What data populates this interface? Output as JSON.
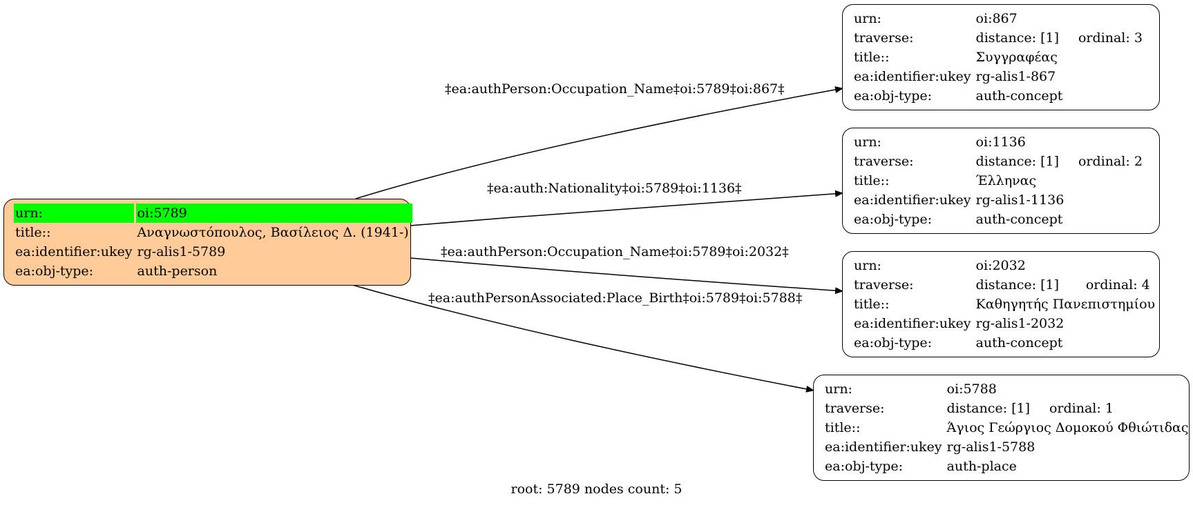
{
  "root_node": {
    "rows": [
      {
        "key": "urn:",
        "value": "oi:5789"
      },
      {
        "key": "title::",
        "value": "Αναγνωστόπουλος, Βασίλειος Δ. (1941-)"
      },
      {
        "key": "ea:identifier:ukey",
        "value": "rg-alis1-5789"
      },
      {
        "key": "ea:obj-type:",
        "value": "auth-person"
      }
    ],
    "fill_color": "#ffcc99",
    "highlight_color": "#00ff00"
  },
  "nodes": [
    {
      "urn_key": "urn:",
      "urn": "oi:867",
      "traverse_key": "traverse:",
      "distance": "distance: [1]",
      "ordinal": "ordinal: 3",
      "title_key": "title::",
      "title": "Συγγραφέας",
      "ukey_key": "ea:identifier:ukey",
      "ukey": "rg-alis1-867",
      "type_key": "ea:obj-type:",
      "type": "auth-concept"
    },
    {
      "urn_key": "urn:",
      "urn": "oi:1136",
      "traverse_key": "traverse:",
      "distance": "distance: [1]",
      "ordinal": "ordinal: 2",
      "title_key": "title::",
      "title": "Έλληνας",
      "ukey_key": "ea:identifier:ukey",
      "ukey": "rg-alis1-1136",
      "type_key": "ea:obj-type:",
      "type": "auth-concept"
    },
    {
      "urn_key": "urn:",
      "urn": "oi:2032",
      "traverse_key": "traverse:",
      "distance": "distance: [1]",
      "ordinal": "ordinal: 4",
      "title_key": "title::",
      "title": "Καθηγητής Πανεπιστημίου",
      "ukey_key": "ea:identifier:ukey",
      "ukey": "rg-alis1-2032",
      "type_key": "ea:obj-type:",
      "type": "auth-concept"
    },
    {
      "urn_key": "urn:",
      "urn": "oi:5788",
      "traverse_key": "traverse:",
      "distance": "distance: [1]",
      "ordinal": "ordinal: 1",
      "title_key": "title::",
      "title": "Άγιος Γεώργιος Δομοκού Φθιώτιδας",
      "ukey_key": "ea:identifier:ukey",
      "ukey": "rg-alis1-5788",
      "type_key": "ea:obj-type:",
      "type": "auth-place"
    }
  ],
  "edges": [
    {
      "label": "‡ea:authPerson:Occupation_Name‡oi:5789‡oi:867‡"
    },
    {
      "label": "‡ea:auth:Nationality‡oi:5789‡oi:1136‡"
    },
    {
      "label": "‡ea:authPerson:Occupation_Name‡oi:5789‡oi:2032‡"
    },
    {
      "label": "‡ea:authPersonAssociated:Place_Birth‡oi:5789‡oi:5788‡"
    }
  ],
  "footer": "root: 5789 nodes count: 5"
}
